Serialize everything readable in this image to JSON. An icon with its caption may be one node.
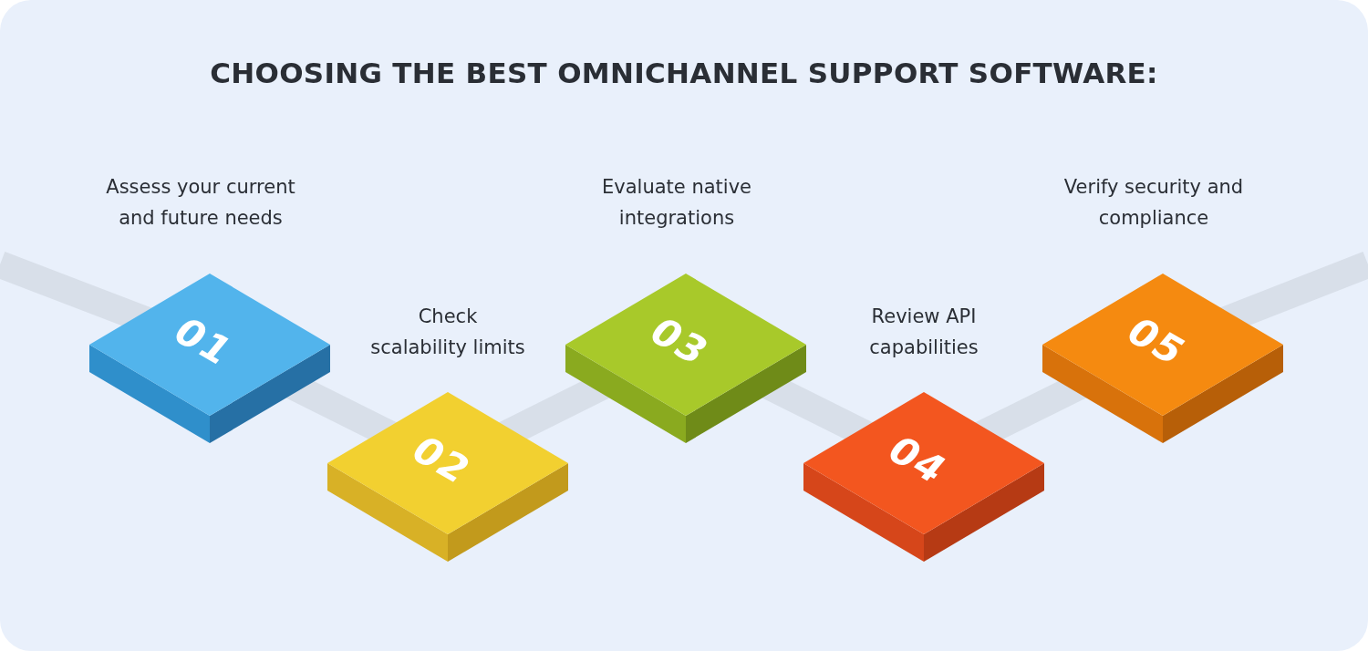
{
  "diagram": {
    "title": "CHOOSING THE BEST OMNICHANNEL SUPPORT SOFTWARE:",
    "nodes": [
      {
        "text": [
          "01"
        ],
        "beside": [
          "Assess your current and future needs"
        ]
      },
      {
        "text": [
          "02"
        ],
        "beside": [
          "Check scalability limits"
        ]
      },
      {
        "text": [
          "03"
        ],
        "beside": [
          "Evaluate native integrations"
        ]
      },
      {
        "text": [
          "04"
        ],
        "beside": [
          "Review API capabilities"
        ]
      },
      {
        "text": [
          "05"
        ],
        "beside": [
          "Verify security and compliance"
        ]
      }
    ],
    "edges": [
      {
        "from": null,
        "to": 0,
        "arrow": "none"
      },
      {
        "from": 0,
        "to": 1,
        "arrow": "none"
      },
      {
        "from": 1,
        "to": 2,
        "arrow": "none"
      },
      {
        "from": 2,
        "to": 3,
        "arrow": "none"
      },
      {
        "from": 3,
        "to": 4,
        "arrow": "none"
      },
      {
        "from": 4,
        "to": null,
        "arrow": "none"
      }
    ]
  }
}
